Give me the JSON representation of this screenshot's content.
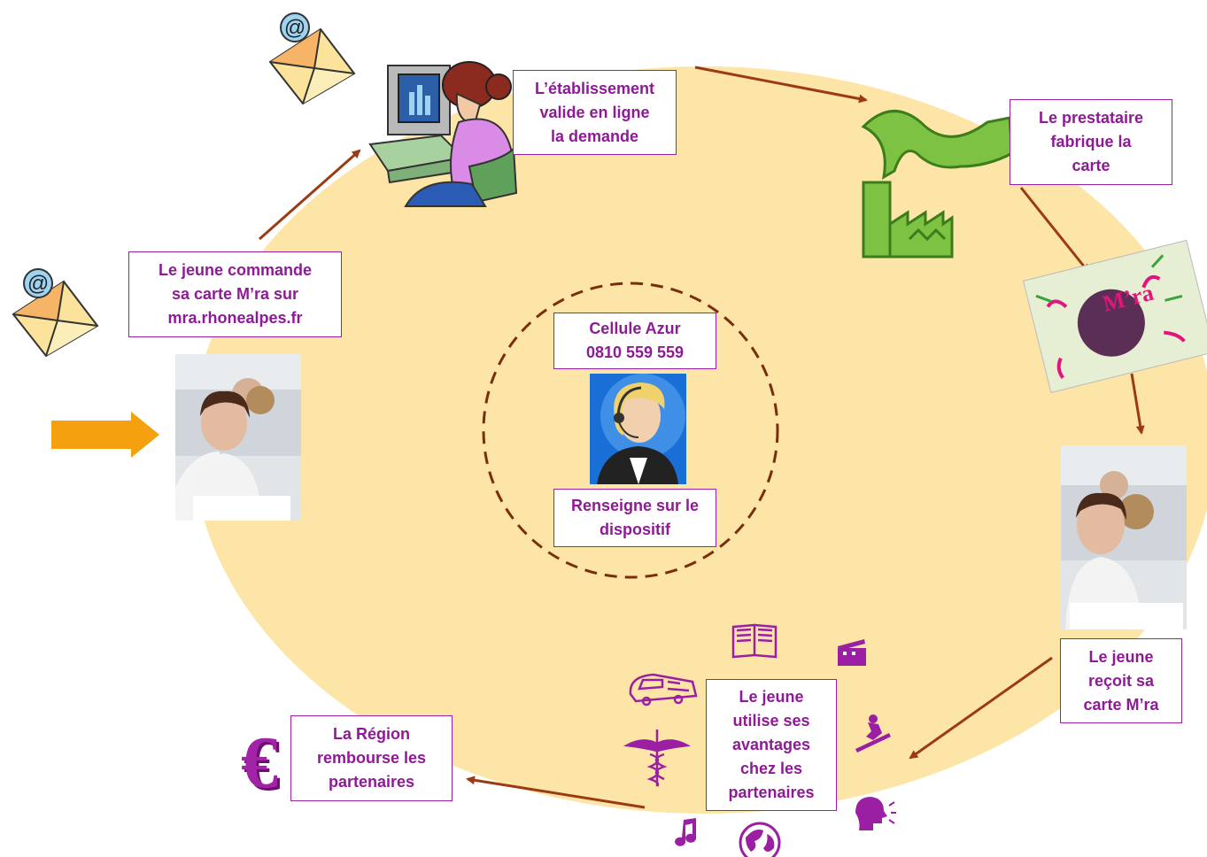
{
  "steps": {
    "order": "Le jeune commande\nsa carte M’ra sur\nmra.rhonealpes.fr",
    "validate": "L’établissement\nvalide en ligne\nla demande",
    "manufacture": "Le prestataire\nfabrique la\ncarte",
    "receive": "Le jeune\nreçoit sa\ncarte M’ra",
    "use": "Le jeune\nutilise ses\navantages\nchez les\npartenaires",
    "refund": "La Région\nrembourse les\npartenaires"
  },
  "center": {
    "title": "Cellule Azur\n0810 559 559",
    "caption": "Renseigne sur le\ndispositif"
  },
  "card_logo": "M’ra",
  "euro_symbol": "€",
  "icons": [
    "email-icon",
    "computer-user-icon",
    "factory-icon",
    "mra-card-image",
    "student-photo",
    "operator-headset-icon",
    "book-icon",
    "clapperboard-icon",
    "train-icon",
    "caduceus-icon",
    "snowboard-icon",
    "speaking-head-icon",
    "music-note-icon",
    "globe-icon",
    "euro-icon"
  ],
  "colors": {
    "cycle_fill": "#fce5a6",
    "arrow": "#9c3b13",
    "box_border": "#9b1fa3",
    "text": "#8e1a96",
    "accent_arrow": "#f5a00f",
    "factory": "#7dc242",
    "euro": "#a323a8"
  }
}
